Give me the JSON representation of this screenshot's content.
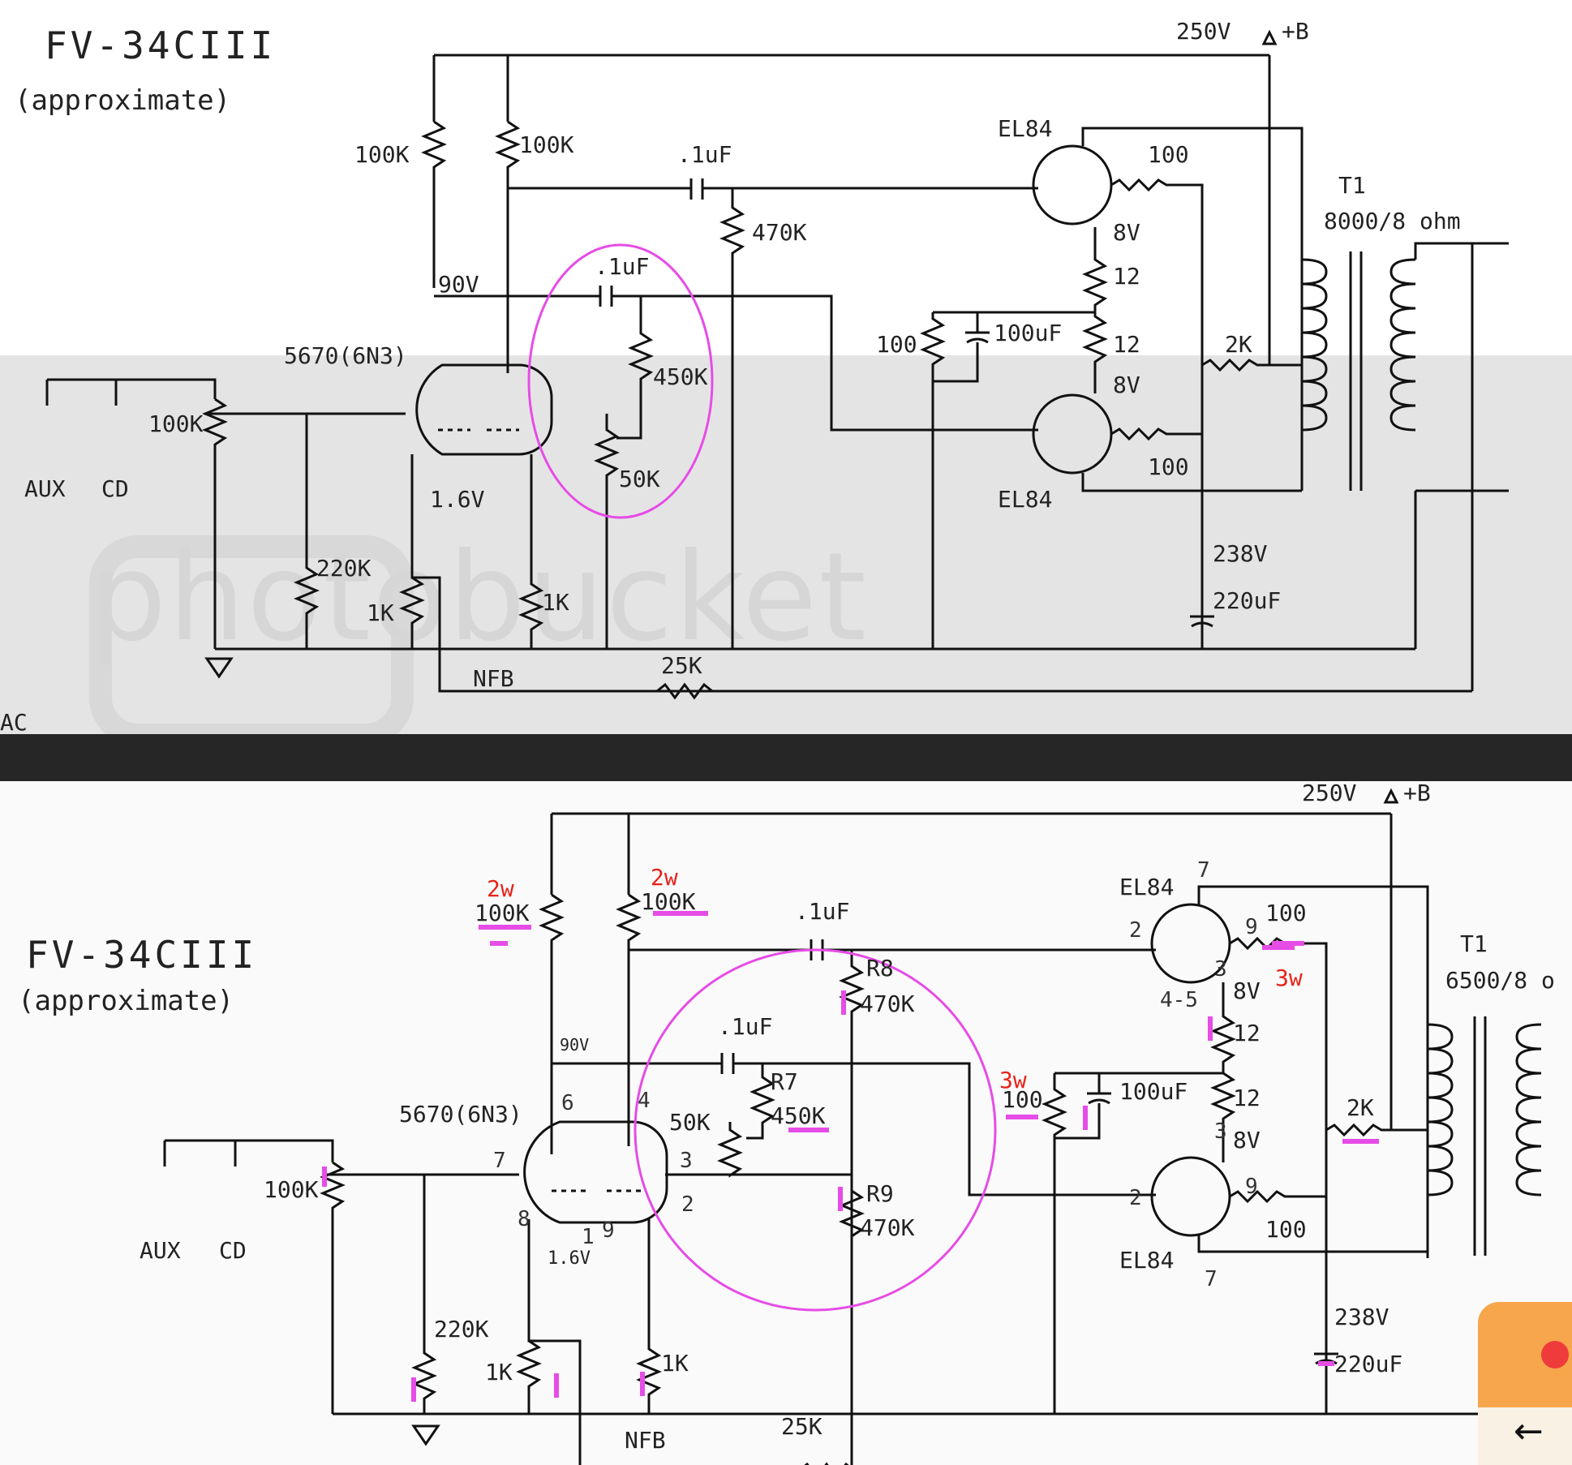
{
  "top": {
    "title": "FV-34CIII",
    "subtitle": "(approximate)",
    "watermark": "photobucket",
    "edge_label": "AC",
    "labels": {
      "v250": "250V",
      "plusB": "+B",
      "el84_upper": "EL84",
      "el84_lower": "EL84",
      "r100k_a": "100K",
      "r100k_b": "100K",
      "c1uf_a": ".1uF",
      "r470k": "470K",
      "v90": "90V",
      "c1uf_b": ".1uF",
      "r450k": "450K",
      "r50k": "50K",
      "tube": "5670(6N3)",
      "pot100k": "100K",
      "aux": "AUX",
      "cd": "CD",
      "v16": "1.6V",
      "r220k": "220K",
      "r1k_a": "1K",
      "r1k_b": "1K",
      "nfb": "NFB",
      "r25k": "25K",
      "r100_g1": "100",
      "v8_a": "8V",
      "r12_a": "12",
      "r100_k": "100",
      "c100uf": "100uF",
      "r12_b": "12",
      "v8_b": "8V",
      "r100_g2": "100",
      "r2k": "2K",
      "v238": "238V",
      "c220uf": "220uF",
      "t1": "T1",
      "t1_ratio": "8000/8 ohm"
    }
  },
  "bottom": {
    "title": "FV-34CIII",
    "subtitle": "(approximate)",
    "labels": {
      "v250": "250V",
      "plusB": "+B",
      "el84_upper": "EL84",
      "el84_lower": "EL84",
      "r100k_a": "100K",
      "r100k_b": "100K",
      "c1uf_a": ".1uF",
      "r8": "R8",
      "r470k_a": "470K",
      "v90": "90V",
      "c1uf_b": ".1uF",
      "r7": "R7",
      "r450k": "450K",
      "r50k": "50K",
      "r9": "R9",
      "r470k_b": "470K",
      "tube": "5670(6N3)",
      "pot100k": "100K",
      "aux": "AUX",
      "cd": "CD",
      "v16": "1.6V",
      "r220k": "220K",
      "r1k_a": "1K",
      "r1k_b": "1K",
      "nfb": "NFB",
      "r25k": "25K",
      "r100_g1": "100",
      "v8_a": "8V",
      "r12_a": "12",
      "r100_k": "100",
      "c100uf": "100uF",
      "r12_b": "12",
      "v8_b": "8V",
      "r100_g2": "100",
      "r2k": "2K",
      "v238": "238V",
      "c220uf": "220uF",
      "t1": "T1",
      "t1_ratio": "6500/8 o"
    },
    "watt_notes": {
      "w2_a": "2w",
      "w2_b": "2w",
      "w3_a": "3w",
      "w3_b": "3w"
    },
    "pin_numbers": {
      "p6": "6",
      "p4": "4",
      "p7": "7",
      "p3": "3",
      "p8": "8",
      "p1": "1",
      "p9": "9",
      "p2": "2",
      "el_u7": "7",
      "el_u2": "2",
      "el_u9": "9",
      "el_u3": "3",
      "el_u45": "4-5",
      "el_l3": "3",
      "el_l2": "2",
      "el_l9": "9",
      "el_l7": "7"
    }
  },
  "colors": {
    "annotation_circle": "#e64ce6",
    "highlight": "#e64ce6",
    "watt_text": "#e8231a",
    "divider": "#262626",
    "popup": "#f7a64c"
  }
}
